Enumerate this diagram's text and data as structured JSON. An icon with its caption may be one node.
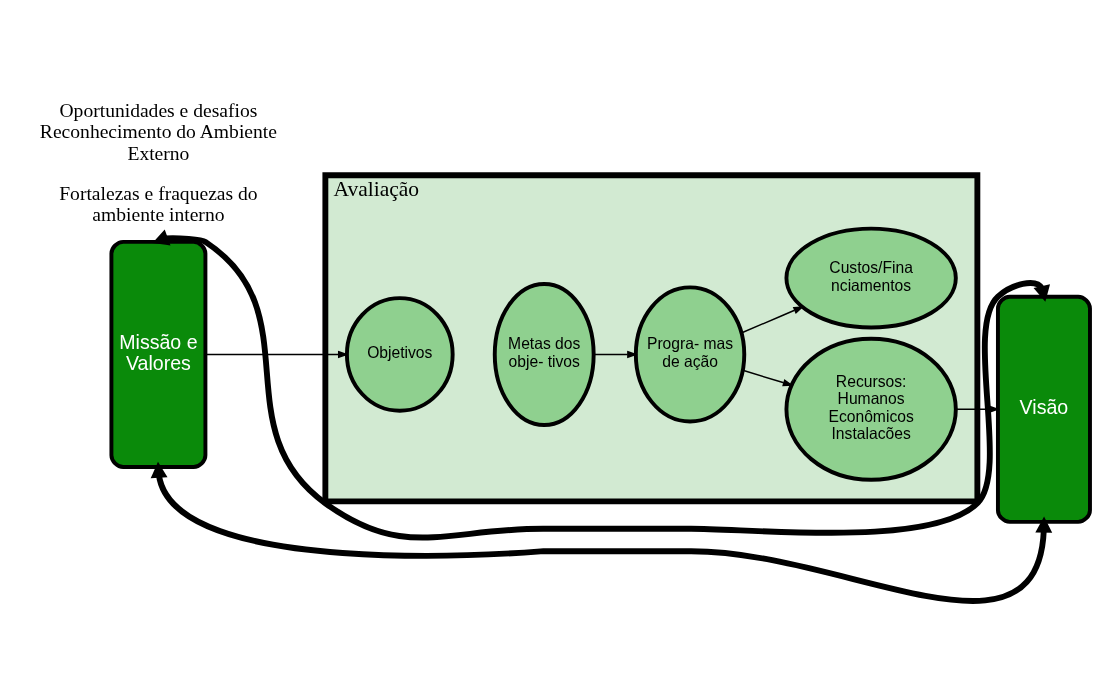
{
  "diagram": {
    "nodes": [
      {
        "text": [
          "Avaliação"
        ]
      },
      {
        "text": [
          "Missão e Valores"
        ]
      },
      {
        "text": [
          "Objetivos"
        ],
        "in": 0
      },
      {
        "text": [
          "Metas dos obje- tivos"
        ],
        "in": 0
      },
      {
        "text": [
          "Progra- mas de ação"
        ],
        "in": 0
      },
      {
        "text": [
          "Recursos: Humanos Econômicos Instalacões"
        ],
        "in": 0
      },
      {
        "text": [
          "Custos/Fina nciamentos"
        ],
        "in": 0
      },
      {
        "text": [
          "Visão"
        ]
      }
    ],
    "edges": [
      {
        "from": 1,
        "to": 2,
        "arrow": "to"
      },
      {
        "from": 3,
        "to": 4,
        "arrow": "to"
      },
      {
        "from": 4,
        "to": 5,
        "arrow": "to"
      },
      {
        "from": 4,
        "to": 6,
        "arrow": "to"
      },
      {
        "from": 5,
        "to": 7,
        "arrow": "to"
      },
      {
        "from": 1,
        "to": 7,
        "arrow": "both",
        "style": "thick"
      },
      {
        "from": 1,
        "to": 7,
        "arrow": "both",
        "style": "thick"
      }
    ],
    "labels": [
      "Fortalezas e fraquezas do ambiente interno",
      "Oportunidades e desafios Reconhecimento do Ambiente Externo"
    ]
  }
}
